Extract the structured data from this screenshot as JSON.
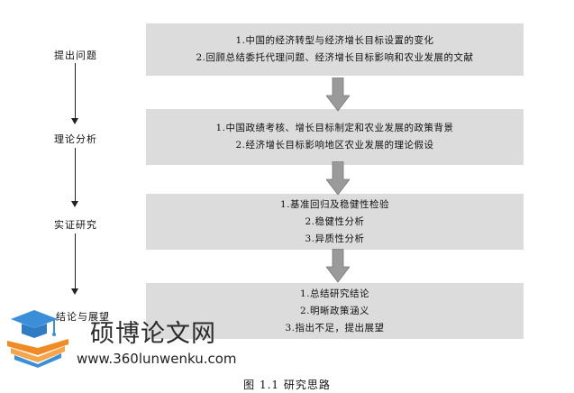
{
  "stages": [
    {
      "label": "提出问题",
      "lines": [
        "1.中国的经济转型与经济增长目标设置的变化",
        "2.回顾总结委托代理问题、经济增长目标影响和农业发展的文献"
      ]
    },
    {
      "label": "理论分析",
      "lines": [
        "1.中国政绩考核、增长目标制定和农业发展的政策背景",
        "2.经济增长目标影响地区农业发展的理论假设"
      ]
    },
    {
      "label": "实证研究",
      "lines": [
        "1.基准回归及稳健性检验",
        "2.稳健性分析",
        "3.异质性分析"
      ]
    },
    {
      "label": "结论与展望",
      "lines": [
        "1.总结研究结论",
        "2.明晰政策涵义",
        "3.指出不足，提出展望"
      ]
    }
  ],
  "watermark": {
    "name": "硕博论文网",
    "url": "www.360lunwenku.com"
  },
  "caption": "图 1.1  研究思路",
  "colors": {
    "box_fill": "#dcdcdc",
    "arrow_fill": "#9a9a9a",
    "logo_orange": "#f08a24",
    "logo_blue": "#3a8fd8"
  }
}
